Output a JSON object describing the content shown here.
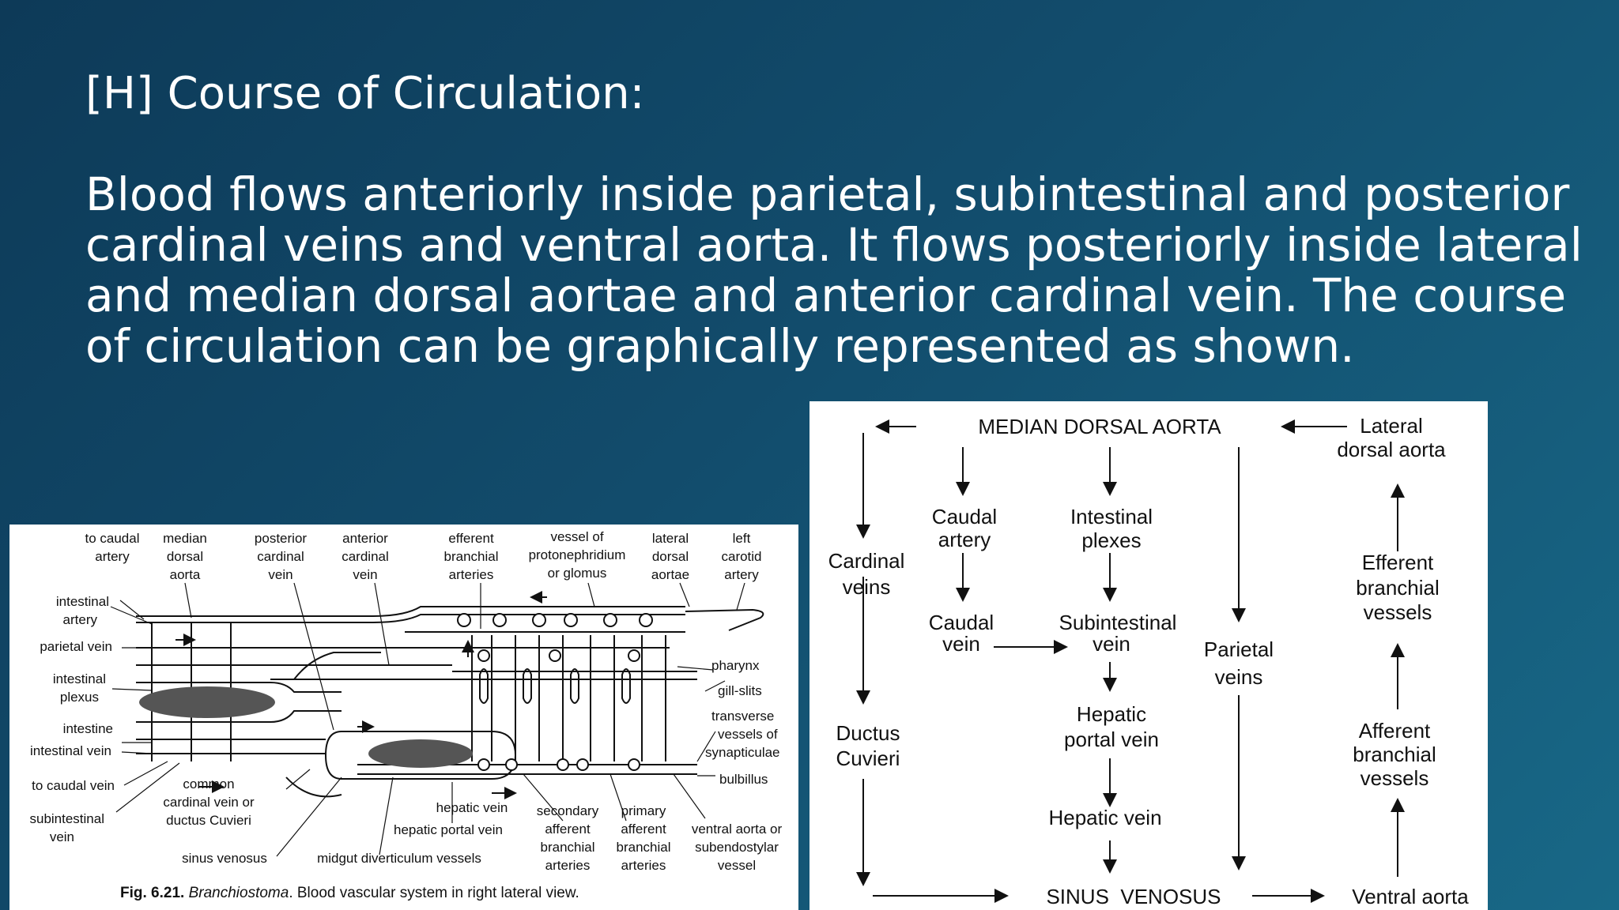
{
  "slide": {
    "heading": "[H] Course of Circulation:",
    "paragraph": "Blood flows anteriorly inside parietal, subintestinal and posterior cardinal veins and ventral aorta. It flows posteriorly inside lateral and median dorsal aortae and anterior cardinal vein. The course of circulation can be graphically represented as shown."
  },
  "figure_left": {
    "labels_top": [
      [
        "to caudal",
        "artery"
      ],
      [
        "median",
        "dorsal",
        "aorta"
      ],
      [
        "posterior",
        "cardinal",
        "vein"
      ],
      [
        "anterior",
        "cardinal",
        "vein"
      ],
      [
        "efferent",
        "branchial",
        "arteries"
      ],
      [
        "vessel of",
        "protonephridium",
        "or glomus"
      ],
      [
        "lateral",
        "dorsal",
        "aortae"
      ],
      [
        "left",
        "carotid",
        "artery"
      ]
    ],
    "labels_left": [
      [
        "intestinal",
        "artery"
      ],
      [
        "parietal vein"
      ],
      [
        "intestinal",
        "plexus"
      ],
      [
        "intestine"
      ],
      [
        "intestinal vein"
      ],
      [
        "to caudal vein"
      ],
      [
        "subintestinal",
        "vein"
      ]
    ],
    "labels_right": [
      [
        "pharynx"
      ],
      [
        "gill-slits"
      ],
      [
        "transverse",
        "vessels of",
        "synapticulae"
      ],
      [
        "bulbillus"
      ]
    ],
    "labels_bottom": [
      [
        "common",
        "cardinal vein or",
        "ductus Cuvieri"
      ],
      [
        "hepatic vein"
      ],
      [
        "hepatic portal vein"
      ],
      [
        "secondary",
        "afferent",
        "branchial",
        "arteries"
      ],
      [
        "primary",
        "afferent",
        "branchial",
        "arteries"
      ],
      [
        "ventral aorta or",
        "subendostylar",
        "vessel"
      ],
      [
        "sinus venosus"
      ],
      [
        "midgut diverticulum vessels"
      ]
    ],
    "caption_fig": "Fig. 6.21.",
    "caption_genus": "Branchiostoma",
    "caption_rest": ". Blood vascular system in right lateral view."
  },
  "figure_right": {
    "top_label": "MEDIAN DORSAL AORTA",
    "lateral": [
      "Lateral",
      "dorsal aorta"
    ],
    "caudal_artery": [
      "Caudal",
      "artery"
    ],
    "intestinal_plexes": [
      "Intestinal",
      "plexes"
    ],
    "cardinal": [
      "Cardinal",
      "veins"
    ],
    "efferent": [
      "Efferent",
      "branchial",
      "vessels"
    ],
    "caudal_vein": [
      "Caudal",
      "vein"
    ],
    "subintestinal": [
      "Subintestinal",
      "vein"
    ],
    "parietal": [
      "Parietal",
      "veins"
    ],
    "hepatic_portal": [
      "Hepatic",
      "portal vein"
    ],
    "ductus": [
      "Ductus",
      "Cuvieri"
    ],
    "afferent": [
      "Afferent",
      "branchial",
      "vessels"
    ],
    "hepatic_vein": "Hepatic vein",
    "sinus": "SINUS  VENOSUS",
    "ventral": "Ventral aorta"
  }
}
